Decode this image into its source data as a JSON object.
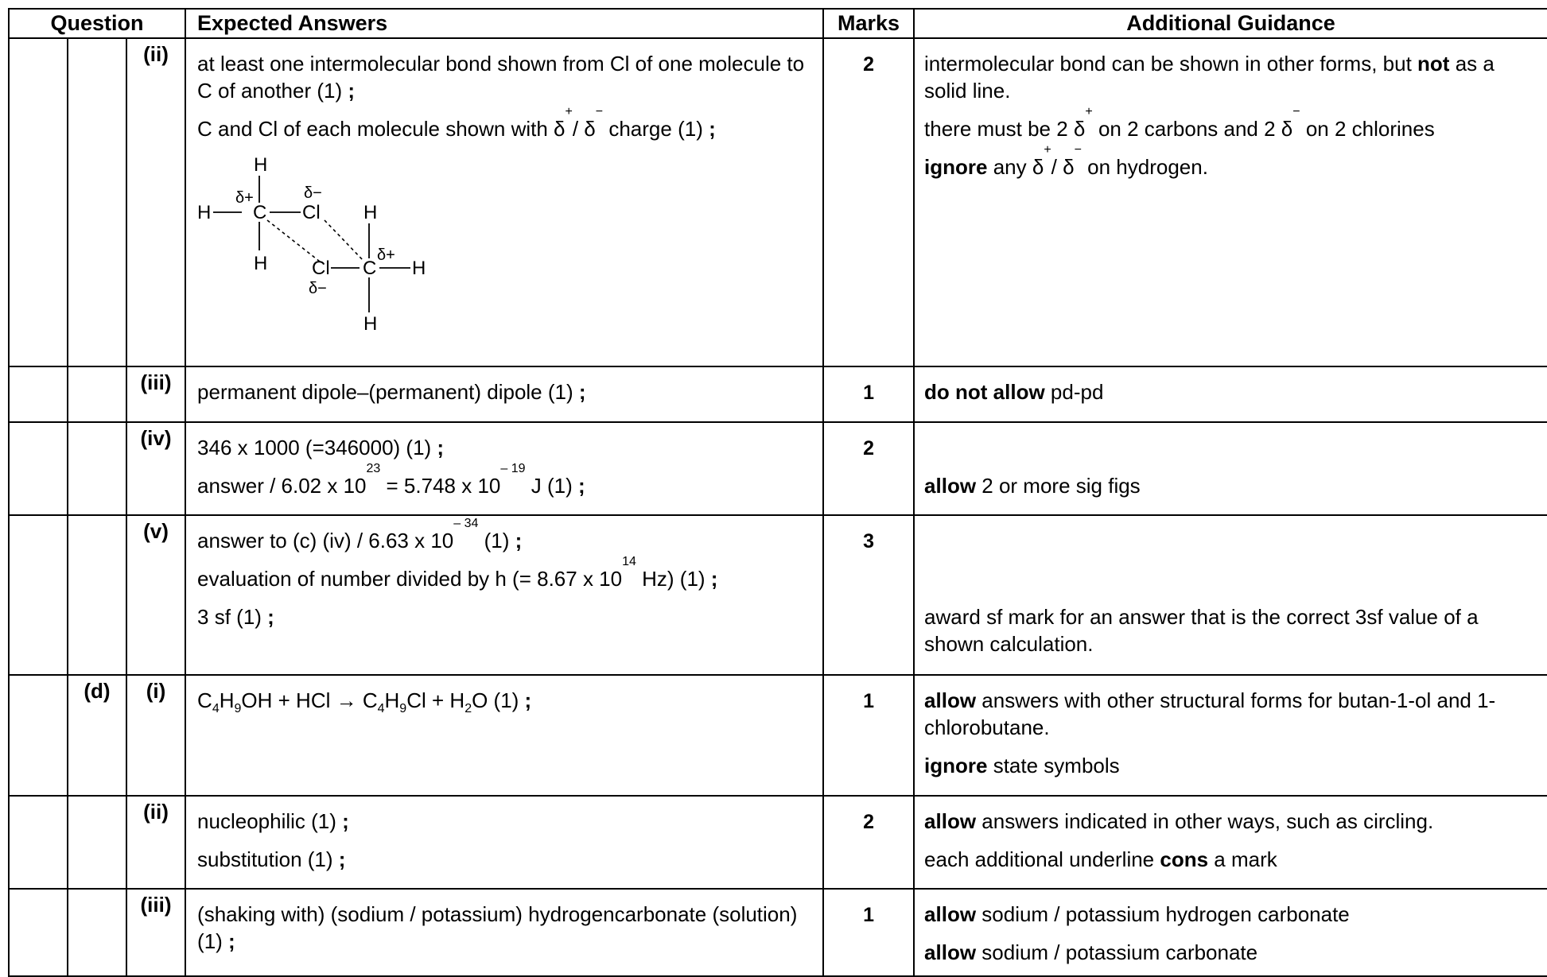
{
  "header": {
    "question": "Question",
    "expected": "Expected Answers",
    "marks": "Marks",
    "guidance": "Additional Guidance"
  },
  "rows": {
    "r1": {
      "sub": "(ii)",
      "a1": "at least one intermolecular bond shown from Cl of one molecule to C of another (1)",
      "a2_pre": "C and Cl of each molecule shown with δ",
      "a2_mid": "/ δ",
      "a2_post": " charge (1)",
      "marks": "2",
      "g1_pre": "intermolecular bond can be shown in other forms, but ",
      "g1_bold": "not",
      "g1_post": " as a solid line.",
      "g2_pre": "there must be 2 δ",
      "g2_mid": " on 2 carbons and 2 δ",
      "g2_post": " on 2 chlorines",
      "g3_bold": "ignore",
      "g3_pre": " any δ",
      "g3_mid": "/ δ",
      "g3_post": " on hydrogen.",
      "plus": "+",
      "minus": "−",
      "structure": {
        "H": "H",
        "C": "C",
        "Cl": "Cl",
        "dplus": "δ+",
        "dminus": "δ−"
      }
    },
    "r2": {
      "sub": "(iii)",
      "a1": "permanent dipole–(permanent) dipole (1)",
      "marks": "1",
      "g1_bold": "do not allow",
      "g1_post": " pd-pd"
    },
    "r3": {
      "sub": "(iv)",
      "a1": "346 x 1000 (=346000) (1)",
      "a2_pre": "answer / 6.02 x 10",
      "a2_exp1": "23",
      "a2_mid": " = 5.748 x 10",
      "a2_exp2": "– 19",
      "a2_post": " J (1)",
      "marks": "2",
      "g1_bold": "allow",
      "g1_post": " 2 or more sig figs"
    },
    "r4": {
      "sub": "(v)",
      "a1_pre": "answer to (c) (iv) / 6.63 x 10",
      "a1_exp": "– 34",
      "a1_post": " (1)",
      "a2_pre": "evaluation of number divided by h (= 8.67 x 10",
      "a2_exp": "14",
      "a2_post": "  Hz) (1)",
      "a3": "3 sf (1)",
      "marks": "3",
      "g1": "award sf mark for an answer that is the correct 3sf value of a shown calculation."
    },
    "r5": {
      "part": "(d)",
      "sub": "(i)",
      "eq": {
        "C": "C",
        "n4": "4",
        "H": "H",
        "n9": "9",
        "OH": "OH",
        "plus1": " + HCl → ",
        "Cl": "Cl",
        "plus2": " + H",
        "n2": "2",
        "O": "O (1)"
      },
      "marks": "1",
      "g1_bold": "allow",
      "g1_post": " answers with other structural forms for butan-1-ol and 1-chlorobutane.",
      "g2_bold": "ignore",
      "g2_post": " state symbols"
    },
    "r6": {
      "sub": "(ii)",
      "a1": "nucleophilic (1)",
      "a2": "substitution (1)",
      "marks": "2",
      "g1_bold": "allow",
      "g1_post": " answers indicated in other ways, such as circling.",
      "g2_pre": "each additional underline ",
      "g2_bold": "cons",
      "g2_post": " a mark"
    },
    "r7": {
      "sub": "(iii)",
      "a1": "(shaking with) (sodium / potassium) hydrogencarbonate (solution) (1)",
      "marks": "1",
      "g1_bold": "allow",
      "g1_post": " sodium / potassium hydrogen carbonate",
      "g2_bold": "allow",
      "g2_post": " sodium / potassium carbonate"
    },
    "semi": " ;"
  }
}
